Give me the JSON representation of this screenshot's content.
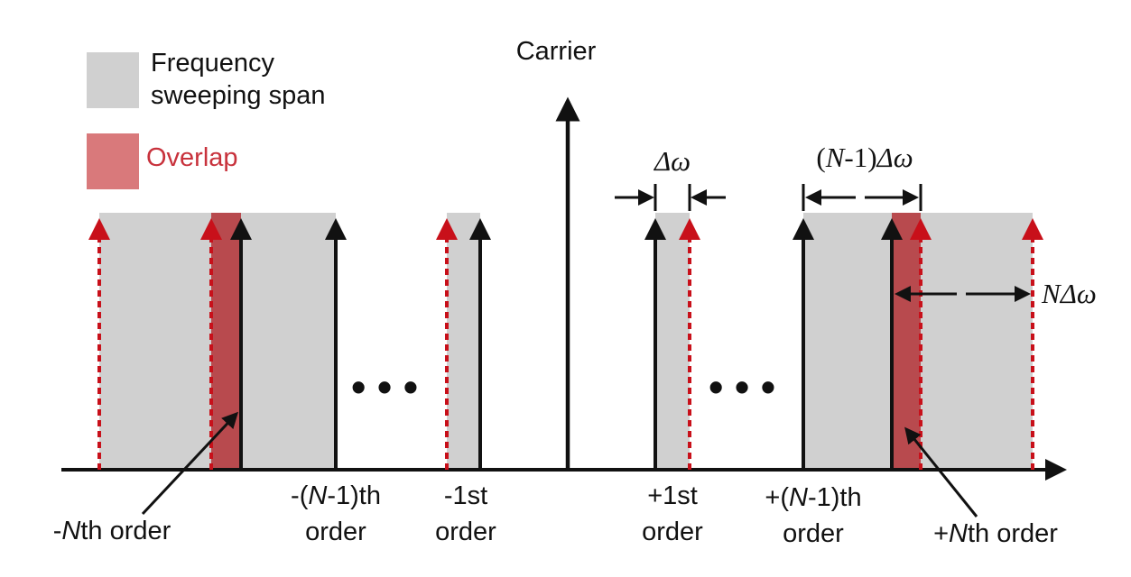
{
  "legend": {
    "sweep_label_line1": "Frequency",
    "sweep_label_line2": "sweeping span",
    "overlap_label": "Overlap"
  },
  "carrier_label": "Carrier",
  "spacing_label": "Δω",
  "n_minus_1_spacing": {
    "open": "(",
    "n": "N",
    "rest": "-1)",
    "delta": "Δω"
  },
  "n_spacing": {
    "n": "N",
    "delta": "Δω"
  },
  "order_labels": {
    "minus_n": {
      "sign": "-",
      "n": "N",
      "rest": "th order"
    },
    "minus_n_minus_1": {
      "line1_pre": "-(",
      "n": "N",
      "line1_post": "-1)th",
      "line2": "order"
    },
    "minus_1": {
      "line1": "-1st",
      "line2": "order"
    },
    "plus_1": {
      "line1": "+1st",
      "line2": "order"
    },
    "plus_n_minus_1": {
      "line1_pre": "+(",
      "n": "N",
      "line1_post": "-1)th",
      "line2": "order"
    },
    "plus_n": {
      "sign": "+",
      "n": "N",
      "rest": "th order"
    }
  },
  "ellipsis": "• • •",
  "colors": {
    "sweep_fill": "#d0d0d0",
    "overlap_fill": "#b84a4e",
    "legend_overlap_fill": "#d9797b",
    "red_arrow": "#c8101a",
    "black_arrow": "#111111",
    "overlap_text": "#c8323c"
  }
}
